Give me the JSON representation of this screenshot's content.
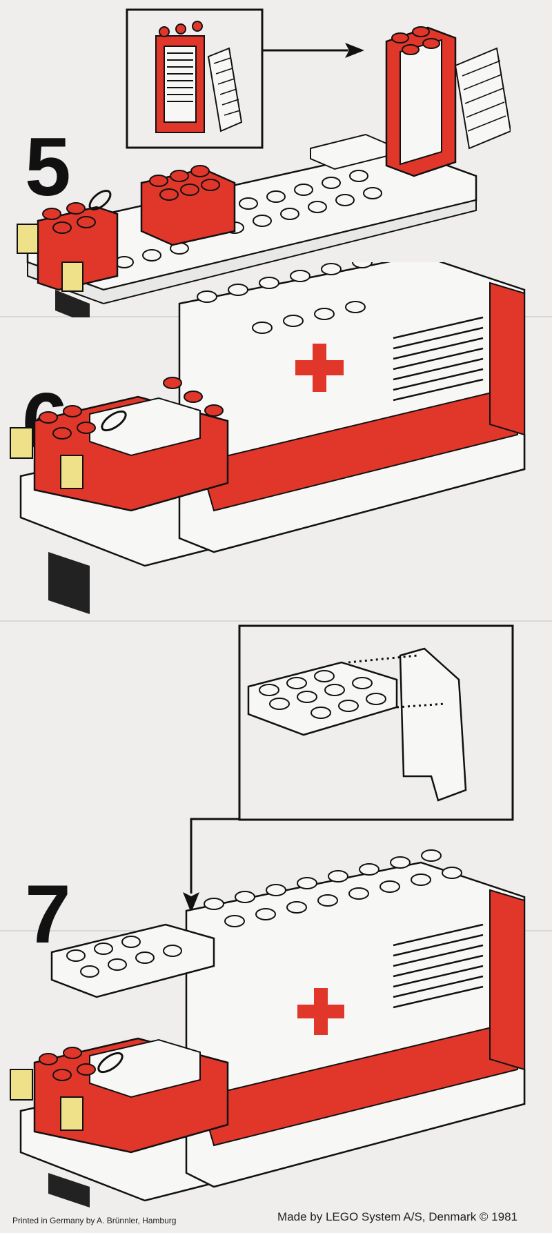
{
  "steps": [
    {
      "number": "5"
    },
    {
      "number": "6"
    },
    {
      "number": "7"
    }
  ],
  "footer": {
    "printed": "Printed in Germany by A. Brünnler, Hamburg",
    "made_by": "Made by LEGO System A/S, Denmark © 1981"
  },
  "colors": {
    "brick_red": "#e1372b",
    "brick_white": "#f7f7f5",
    "brick_yellow": "#efe08a",
    "outline": "#111111",
    "paper": "#efeeed"
  },
  "icons": [
    "red-cross-icon",
    "arrow-right-icon",
    "arrow-down-icon",
    "steering-wheel-icon"
  ]
}
